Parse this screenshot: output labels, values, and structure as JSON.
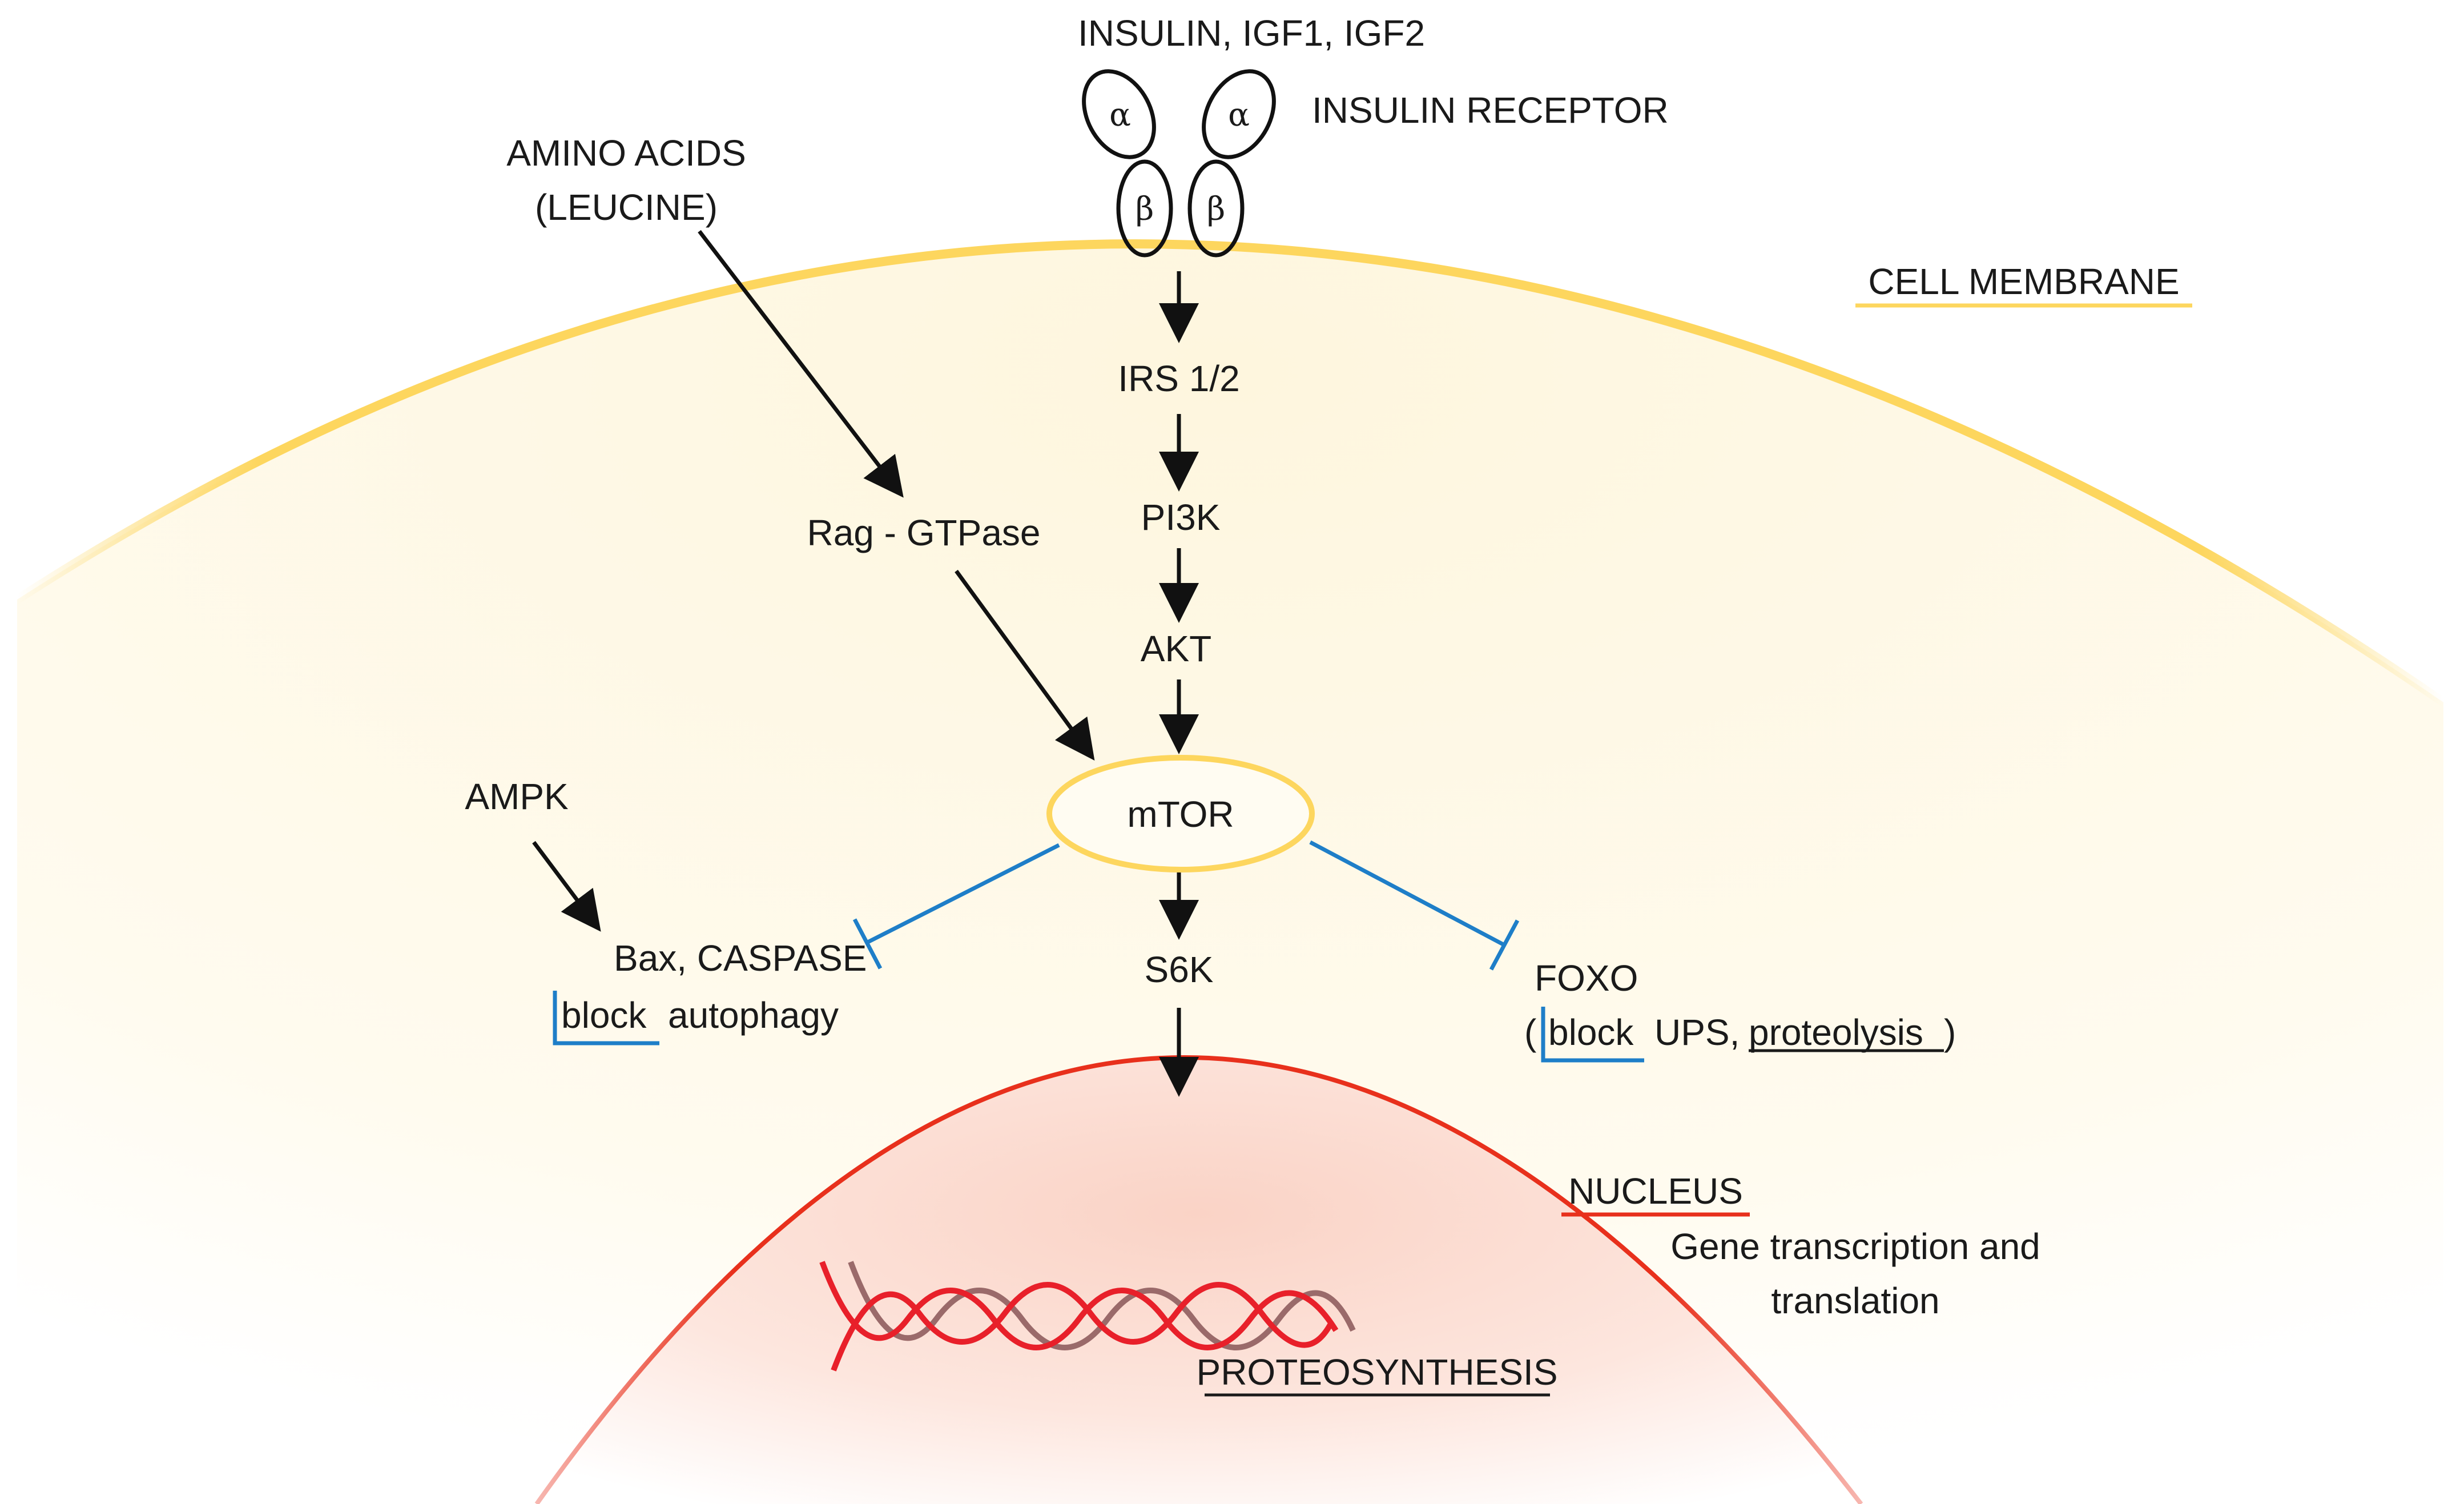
{
  "ligands": "INSULIN, IGF1, IGF2",
  "receptor": {
    "label": "INSULIN RECEPTOR",
    "alpha": "α",
    "beta": "β"
  },
  "membrane_label": "CELL MEMBRANE",
  "amino_acids": {
    "line1": "AMINO ACIDS",
    "line2": "(LEUCINE)"
  },
  "rag": "Rag - GTPase",
  "pathway": {
    "irs": "IRS 1/2",
    "pi3k": "PI3K",
    "akt": "AKT",
    "mtor": "mTOR",
    "s6k": "S6K"
  },
  "ampk": "AMPK",
  "bax": {
    "line1": "Bax, CASPASE",
    "line2_block": "block",
    "line2_rest": "autophagy"
  },
  "foxo": {
    "line1": "FOXO",
    "open_paren": "(",
    "block": "block",
    "ups": "UPS,",
    "proteolysis": "proteolysis",
    "close_paren": ")"
  },
  "nucleus": {
    "label": "NUCLEUS",
    "gene_line1": "Gene transcription and",
    "gene_line2": "translation",
    "product": "PROTEOSYNTHESIS"
  },
  "colors": {
    "membrane": "#FDD65E",
    "cytoplasm": "#FEF8E4",
    "nucleus_line": "#E8301C",
    "nucleus_fill": "#FBD6CC",
    "inhibition": "#1E7EC8",
    "dna_red": "#E8202A",
    "dna_gray": "#9A6A6A",
    "arrow": "#111111"
  }
}
